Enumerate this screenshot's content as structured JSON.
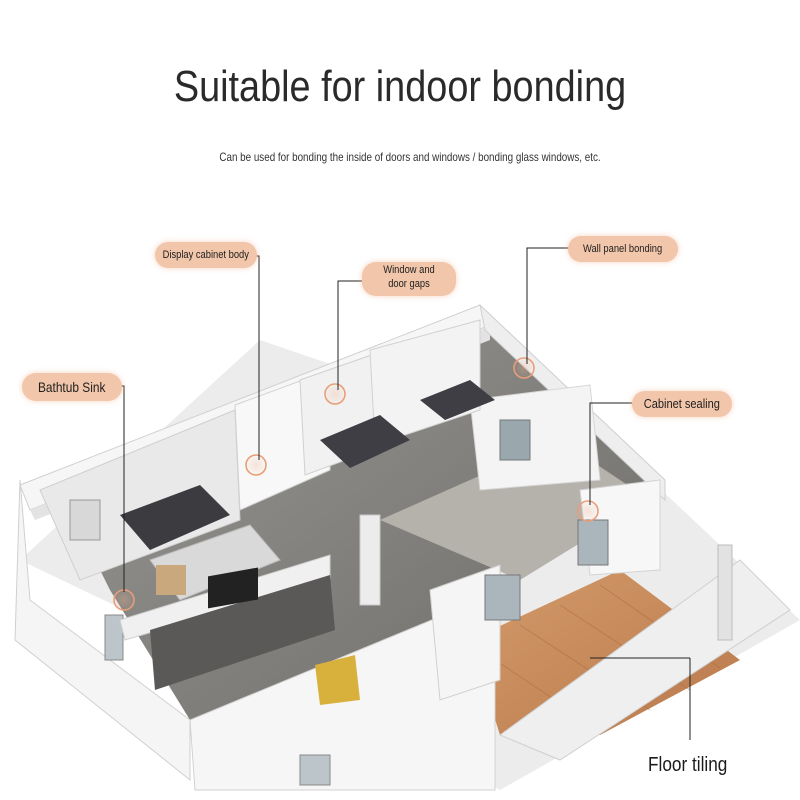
{
  "header": {
    "title": "Suitable for indoor bonding",
    "subtitle": "Can be used for bonding the inside of doors and windows / bonding glass windows, etc."
  },
  "callouts": {
    "display_cabinet": "Display cabinet body",
    "window_door": "Window and door gaps",
    "wall_panel": "Wall panel bonding",
    "bathtub": "Bathtub Sink",
    "cabinet_sealing": "Cabinet sealing",
    "floor_tiling": "Floor tiling"
  },
  "colors": {
    "pill": "#f2c6aa",
    "marker": "#e9a17e",
    "line": "#222222",
    "wall": "#f3f3f3",
    "wood_floor": "#c98a5c"
  }
}
